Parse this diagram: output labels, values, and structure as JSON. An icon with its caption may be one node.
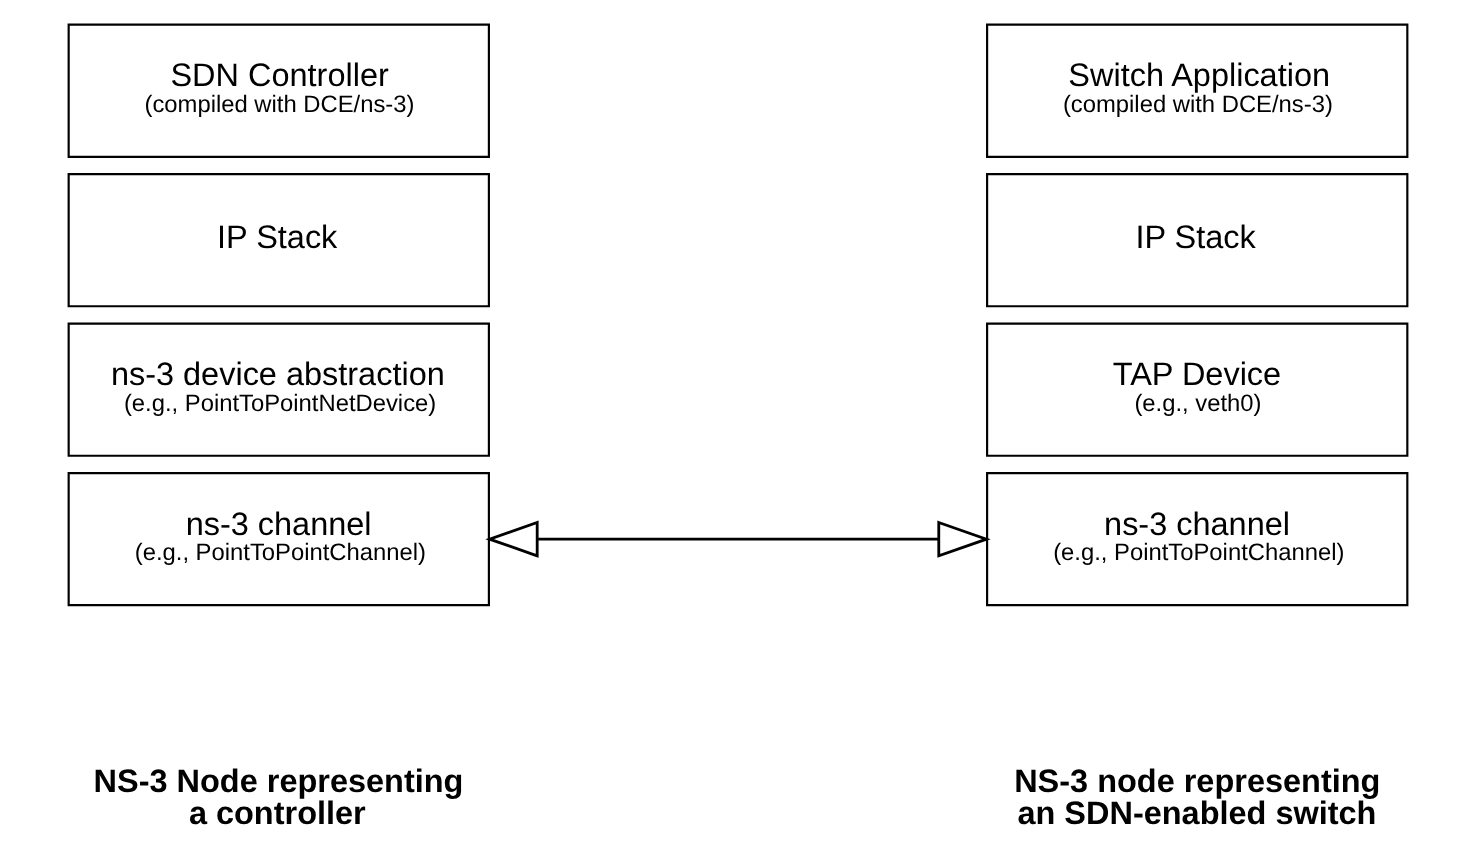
{
  "diagram": {
    "nodes": [
      {
        "text": [
          "SDN Controller",
          "(compiled with DCE/ns-3)"
        ]
      },
      {
        "text": [
          "IP Stack"
        ]
      },
      {
        "text": [
          "ns-3 device abstraction",
          "(e.g., PointToPointNetDevice)"
        ]
      },
      {
        "text": [
          "ns-3 channel",
          "(e.g., PointToPointChannel)"
        ]
      },
      {
        "text": [
          "Switch Application",
          "(compiled with DCE/ns-3)"
        ]
      },
      {
        "text": [
          "IP Stack"
        ]
      },
      {
        "text": [
          "TAP Device",
          "(e.g., veth0)"
        ]
      },
      {
        "text": [
          "ns-3 channel",
          "(e.g., PointToPointChannel)"
        ]
      }
    ],
    "edges": [
      {
        "from": 3,
        "to": 7,
        "arrow": "both"
      }
    ],
    "labels": [
      "NS-3 Node representing a controller",
      "NS-3 node representing an SDN-enabled switch"
    ]
  }
}
